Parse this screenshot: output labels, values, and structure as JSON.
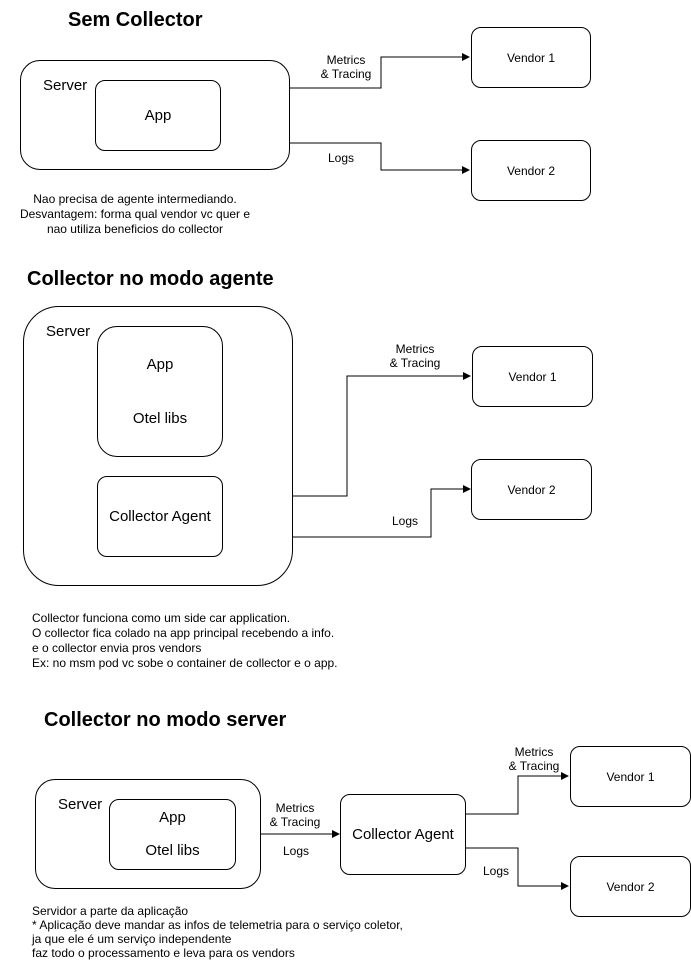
{
  "sections": {
    "sem_collector": {
      "title": "Sem Collector",
      "server_label": "Server",
      "app_label": "App",
      "edge_metrics": [
        "Metrics",
        "& Tracing"
      ],
      "edge_logs": "Logs",
      "vendor1": "Vendor 1",
      "vendor2": "Vendor 2",
      "note": [
        "Nao precisa de agente intermediando.",
        "Desvantagem: forma qual vendor vc quer e",
        "nao utiliza beneficios do collector"
      ]
    },
    "modo_agente": {
      "title": "Collector no modo agente",
      "server_label": "Server",
      "app_label": "App",
      "otel_label": "Otel libs",
      "agent_label": "Collector Agent",
      "edge_metrics": [
        "Metrics",
        "& Tracing"
      ],
      "edge_logs": "Logs",
      "vendor1": "Vendor 1",
      "vendor2": "Vendor 2",
      "note": [
        "Collector funciona como um side car application.",
        "O collector fica colado na app principal recebendo a info.",
        "e o collector envia pros vendors",
        "Ex: no msm pod vc sobe o container de collector e o app."
      ]
    },
    "modo_server": {
      "title": "Collector no modo server",
      "server_label": "Server",
      "app_label": "App",
      "otel_label": "Otel libs",
      "agent_label": "Collector Agent",
      "edge_in_metrics": [
        "Metrics",
        "& Tracing"
      ],
      "edge_in_logs": "Logs",
      "edge_out_metrics": [
        "Metrics",
        "& Tracing"
      ],
      "edge_out_logs": "Logs",
      "vendor1": "Vendor 1",
      "vendor2": "Vendor 2",
      "note": [
        "Servidor a parte da aplicação",
        "* Aplicação deve mandar as infos de telemetria para o serviço coletor,",
        "ja que ele é um serviço independente",
        "faz todo o processamento e leva para os vendors"
      ]
    }
  }
}
